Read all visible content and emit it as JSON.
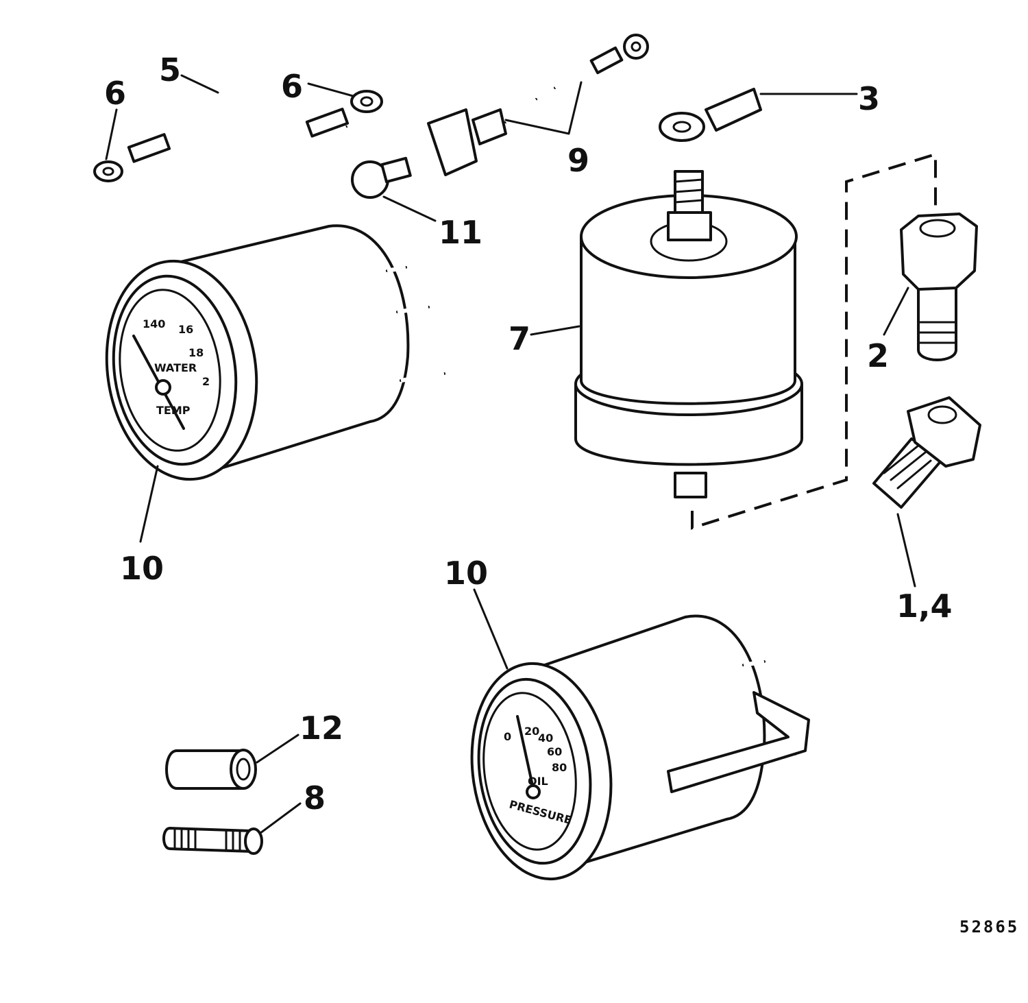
{
  "diagram": {
    "callouts": {
      "c6a": "6",
      "c5": "5",
      "c6b": "6",
      "c9": "9",
      "c3": "3",
      "c11": "11",
      "c7": "7",
      "c2": "2",
      "c10a": "10",
      "c14": "1,4",
      "c10b": "10",
      "c12": "12",
      "c8": "8"
    },
    "gauge_temp": {
      "mark_140": "140",
      "mark_160": "16",
      "mark_180": "18",
      "mark_200": "2",
      "word_1": "WATER",
      "word_2": "TEMP"
    },
    "gauge_pressure": {
      "mark_0": "0",
      "mark_20": "20",
      "mark_40": "40",
      "mark_60": "60",
      "mark_80": "80",
      "word_1": "OIL",
      "word_2": "PRESSURE"
    },
    "figure_number": "52865"
  }
}
